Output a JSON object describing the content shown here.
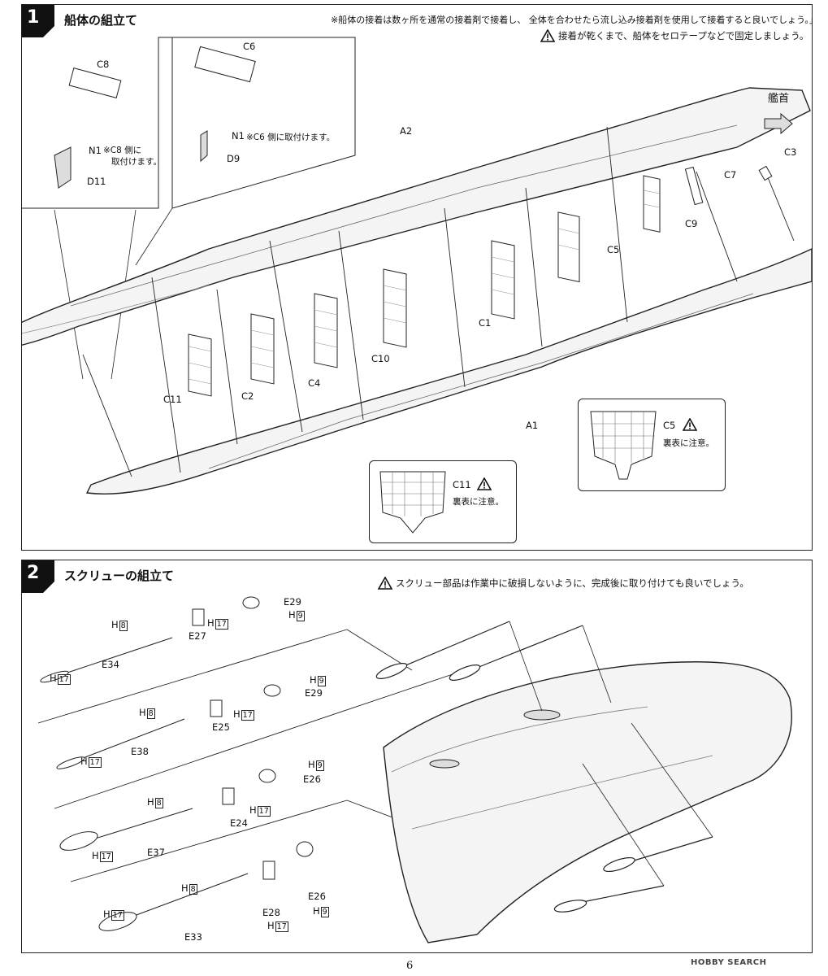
{
  "page_number": "6",
  "watermark": "HOBBY SEARCH",
  "step1": {
    "number": "1",
    "title": "船体の組立て",
    "note_top": "※船体の接着は数ヶ所を通常の接着剤で接着し、 全体を合わせたら流し込み接着剤を使用して接着すると良いでしょう。」",
    "warn_tape": "接着が乾くまで、船体をセロテープなどで固定しましょう。",
    "bow_label": "艦首",
    "inset_left": {
      "part_top": "C8",
      "part_mid": "N1",
      "mid_note_1": "※C8 側に",
      "mid_note_2": "取付けます。",
      "part_bottom": "D11"
    },
    "inset_right": {
      "part_top": "C6",
      "part_mid": "N1",
      "mid_note": "※C6 側に取付けます。",
      "part_bottom": "D9"
    },
    "labels": {
      "a2": "A2",
      "a1": "A1",
      "c3": "C3",
      "c7": "C7",
      "c9": "C9",
      "c5": "C5",
      "c1": "C1",
      "c10": "C10",
      "c4": "C4",
      "c2": "C2",
      "c11": "C11"
    },
    "callout_c5": {
      "part": "C5",
      "note": "裏表に注意。"
    },
    "callout_c11": {
      "part": "C11",
      "note": "裏表に注意。"
    }
  },
  "step2": {
    "number": "2",
    "title": "スクリューの組立て",
    "warn_screw": "スクリュー部品は作業中に破損しないように、完成後に取り付けても良いでしょう。",
    "rows": [
      {
        "shaft_h": "H",
        "shaft_h_num": "8",
        "tip_h": "H",
        "tip_h_num": "17",
        "shaft": "E34",
        "strut": "E27",
        "strut_h": "H",
        "strut_h_num": "17",
        "prop": "E29",
        "prop_h": "H",
        "prop_h_num": "9"
      },
      {
        "shaft_h": "H",
        "shaft_h_num": "8",
        "tip_h": "H",
        "tip_h_num": "17",
        "shaft": "E38",
        "strut": "E25",
        "strut_h": "H",
        "strut_h_num": "17",
        "prop": "E29",
        "prop_h": "H",
        "prop_h_num": "9"
      },
      {
        "shaft_h": "H",
        "shaft_h_num": "8",
        "tip_h": "H",
        "tip_h_num": "17",
        "shaft": "E37",
        "strut": "E24",
        "strut_h": "H",
        "strut_h_num": "17",
        "prop": "E26",
        "prop_h": "H",
        "prop_h_num": "9"
      },
      {
        "shaft_h": "H",
        "shaft_h_num": "8",
        "tip_h": "H",
        "tip_h_num": "17",
        "shaft": "E33",
        "strut": "E28",
        "strut_h": "H",
        "strut_h_num": "17",
        "prop": "E26",
        "prop_h": "H",
        "prop_h_num": "9"
      }
    ]
  }
}
